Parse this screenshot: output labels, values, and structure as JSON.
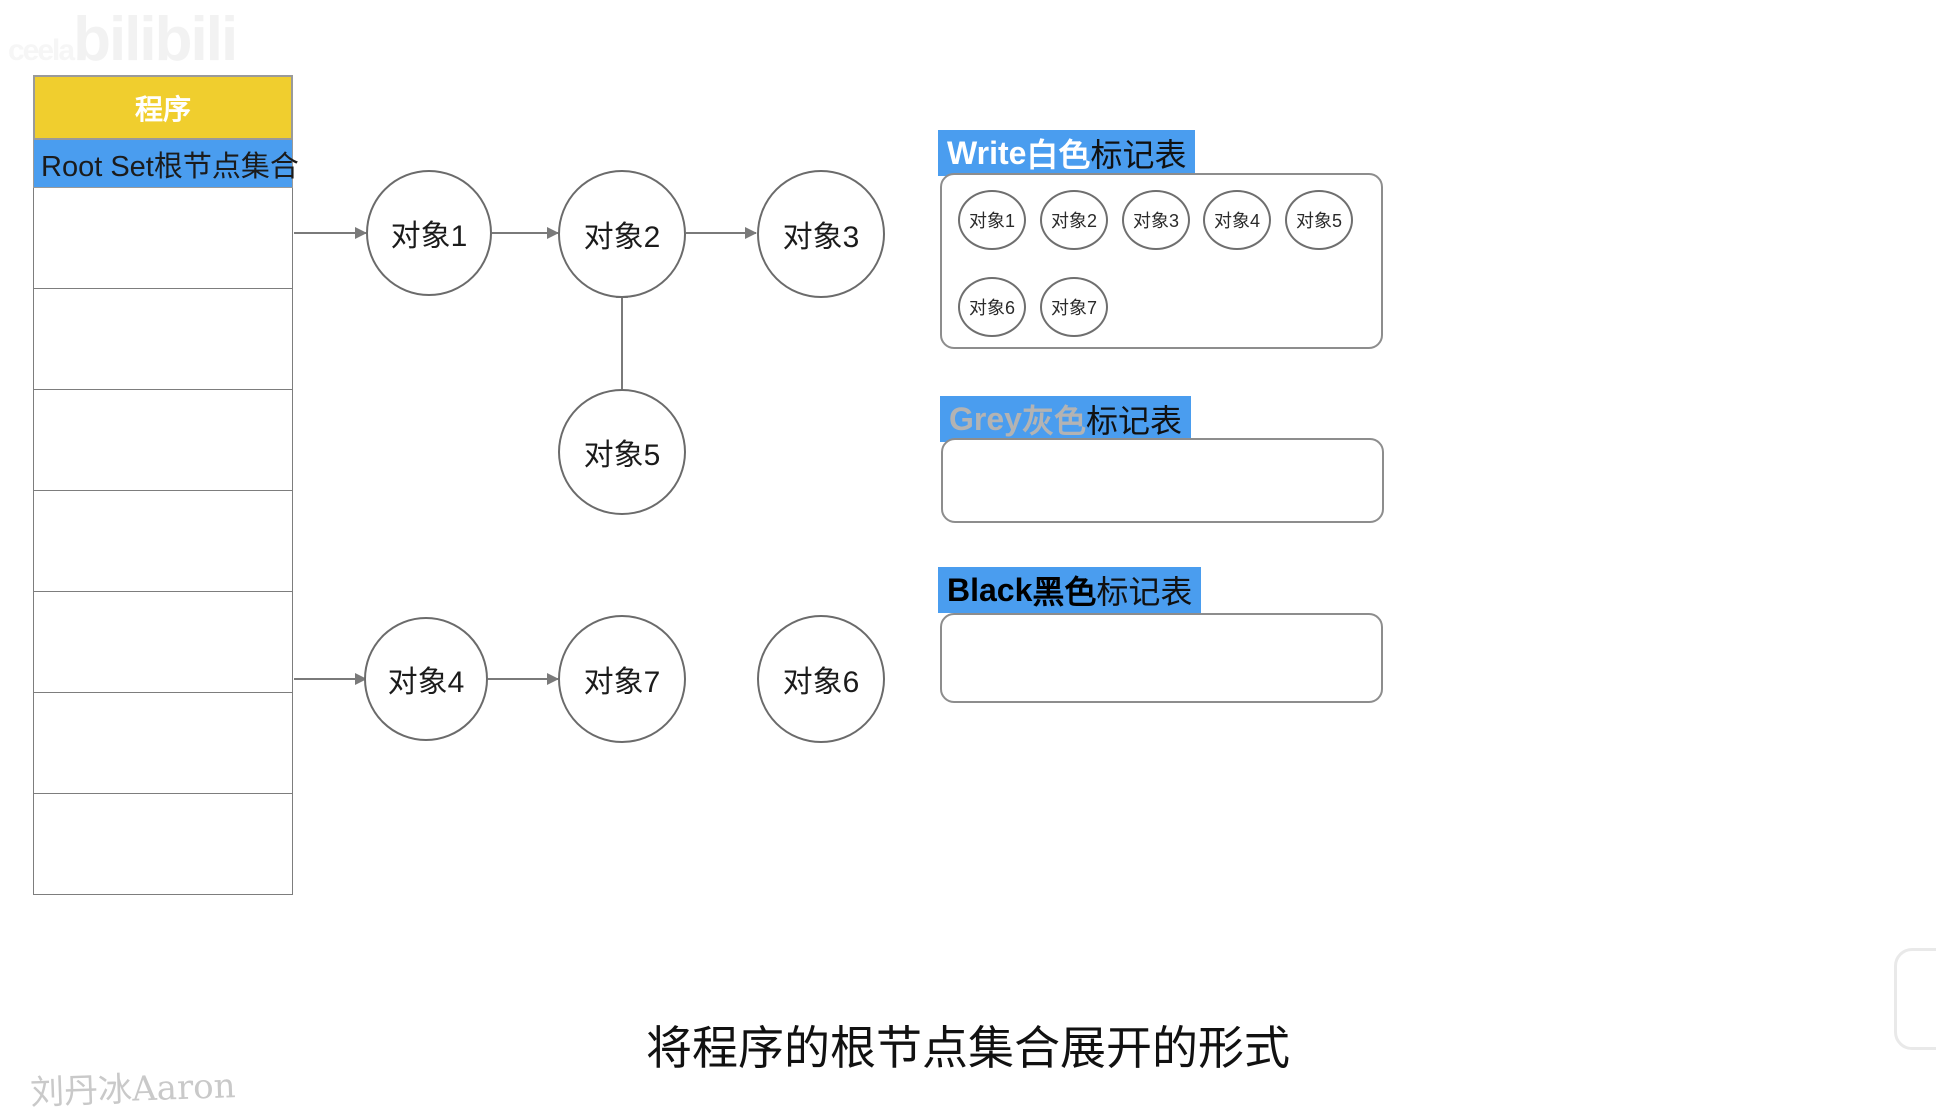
{
  "watermarks": {
    "bilibili": "bilibili",
    "bilibili_prefix": "ceela",
    "signature": "刘丹冰Aaron"
  },
  "root_set": {
    "program_label": "程序",
    "header_label": "Root Set根节点集合",
    "rows": [
      "",
      "",
      "",
      "",
      "",
      "",
      ""
    ]
  },
  "graph": {
    "nodes": [
      {
        "id": "obj1",
        "label": "对象1"
      },
      {
        "id": "obj2",
        "label": "对象2"
      },
      {
        "id": "obj3",
        "label": "对象3"
      },
      {
        "id": "obj5",
        "label": "对象5"
      },
      {
        "id": "obj4",
        "label": "对象4"
      },
      {
        "id": "obj7",
        "label": "对象7"
      },
      {
        "id": "obj6",
        "label": "对象6"
      }
    ],
    "edges": [
      {
        "from": "root",
        "to": "obj1"
      },
      {
        "from": "obj1",
        "to": "obj2"
      },
      {
        "from": "obj2",
        "to": "obj3"
      },
      {
        "from": "obj5",
        "to": "obj2"
      },
      {
        "from": "root",
        "to": "obj4"
      },
      {
        "from": "obj4",
        "to": "obj7"
      }
    ]
  },
  "mark_tables": [
    {
      "id": "white",
      "en": "Write",
      "cn_em": " 白色",
      "cn_rest": "标记表",
      "items": [
        "对象1",
        "对象2",
        "对象3",
        "对象4",
        "对象5",
        "对象6",
        "对象7"
      ]
    },
    {
      "id": "grey",
      "en": "Grey",
      "cn_em": " 灰色",
      "cn_rest": "标记表",
      "items": []
    },
    {
      "id": "black",
      "en": "Black",
      "cn_em": " 黑色",
      "cn_rest": "标记表",
      "items": []
    }
  ],
  "caption": "将程序的根节点集合展开的形式",
  "colors": {
    "program_yellow": "#F0CE2E",
    "header_blue": "#4A9DEF",
    "stroke_grey": "#6b6b6b",
    "arrow_grey": "#7a7a7a",
    "grey_text": "#b3b3b3"
  }
}
